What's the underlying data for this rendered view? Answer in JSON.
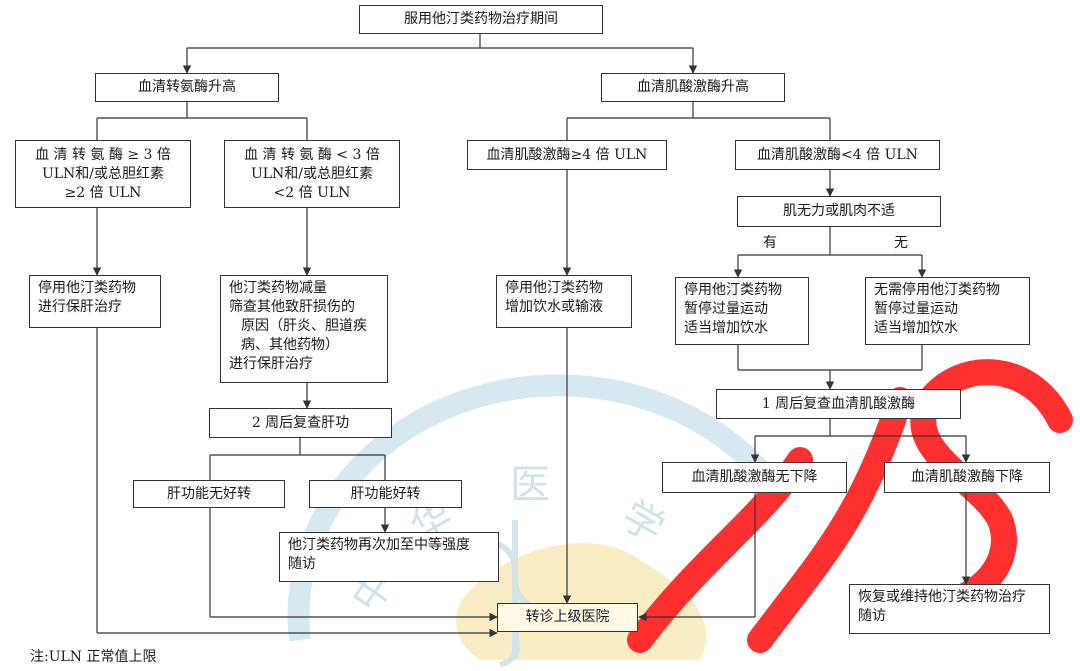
{
  "flowchart": {
    "root": "服用他汀类药物治疗期间",
    "transaminase": {
      "title": "血清转氨酶升高",
      "high": {
        "lines": [
          "血 清 转 氨 酶 ≥ 3  倍",
          "ULN和/或总胆红素",
          "≥2 倍 ULN"
        ]
      },
      "low": {
        "lines": [
          "血 清 转 氨 酶 < 3  倍",
          "ULN和/或总胆红素",
          "<2 倍 ULN"
        ]
      },
      "stop": {
        "lines": [
          "停用他汀类药物",
          "进行保肝治疗"
        ]
      },
      "reduce": {
        "lines": [
          "他汀类药物减量",
          "筛查其他致肝损伤的",
          "原因（肝炎、胆道疾",
          "病、其他药物）",
          "进行保肝治疗"
        ]
      },
      "recheck": "2 周后复查肝功",
      "no_improve": "肝功能无好转",
      "improve": "肝功能好转",
      "resume": {
        "lines": [
          "他汀类药物再次加至中等强度",
          "随访"
        ]
      }
    },
    "ck": {
      "title": "血清肌酸激酶升高",
      "high": "血清肌酸激酶≥4 倍 ULN",
      "low": "血清肌酸激酶<4 倍 ULN",
      "high_action": {
        "lines": [
          "停用他汀类药物",
          "增加饮水或输液"
        ]
      },
      "symptom": "肌无力或肌肉不适",
      "yes_label": "有",
      "no_label": "无",
      "yes_action": {
        "lines": [
          "停用他汀类药物",
          "暂停过量运动",
          "适当增加饮水"
        ]
      },
      "no_action": {
        "lines": [
          "无需停用他汀类药物",
          "暂停过量运动",
          "适当增加饮水"
        ]
      },
      "recheck": "1 周后复查血清肌酸激酶",
      "not_down": "血清肌酸激酶无下降",
      "down": "血清肌酸激酶下降",
      "continue": {
        "lines": [
          "恢复或维持他汀类药物治疗",
          "随访"
        ]
      }
    },
    "referral": "转诊上级医院",
    "note": "注:ULN 正常值上限",
    "watermark": {
      "chars": [
        "中",
        "华",
        "医",
        "学"
      ],
      "ring_color": "#cfe3ea",
      "logo_color": "#ff2020",
      "map_color": "#f5d889"
    },
    "line_color": "#333333"
  }
}
